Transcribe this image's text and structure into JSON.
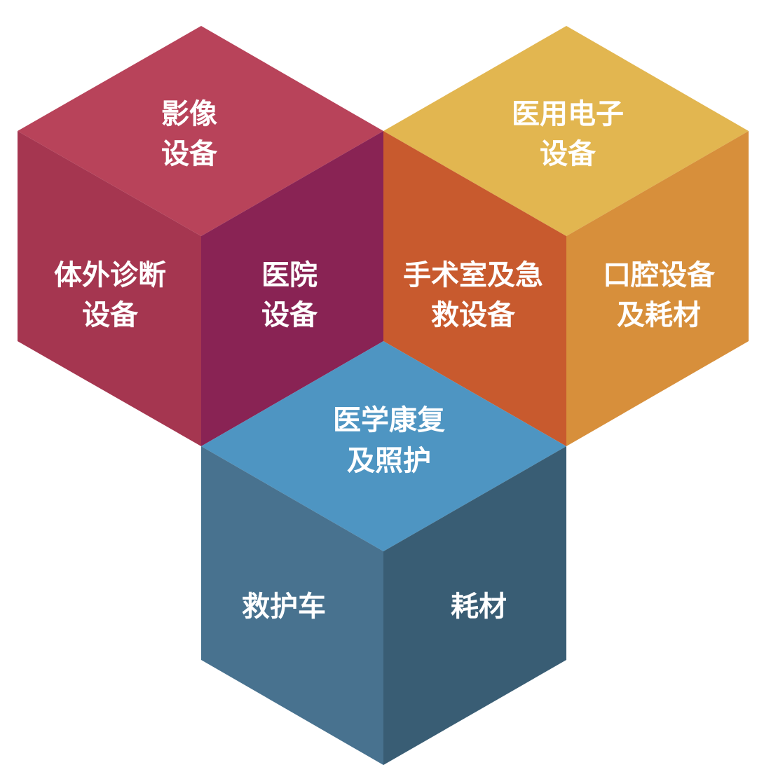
{
  "cubes": {
    "red": {
      "top": {
        "lines": [
          "影像",
          "设备"
        ],
        "color": "#b8435a"
      },
      "left": {
        "lines": [
          "体外诊断",
          "设备"
        ],
        "color": "#a53650"
      },
      "right": {
        "lines": [
          "医院",
          "设备"
        ],
        "color": "#892354"
      }
    },
    "orange": {
      "top": {
        "lines": [
          "医用电子",
          "设备"
        ],
        "color": "#e2b650"
      },
      "left": {
        "lines": [
          "手术室及急",
          "救设备"
        ],
        "color": "#c85a2e"
      },
      "right": {
        "lines": [
          "口腔设备",
          "及耗材"
        ],
        "color": "#d78f3b"
      }
    },
    "blue": {
      "top": {
        "lines": [
          "医学康复",
          "及照护"
        ],
        "color": "#4e95c2"
      },
      "left": {
        "lines": [
          "救护车"
        ],
        "color": "#48728f"
      },
      "right": {
        "lines": [
          "耗材"
        ],
        "color": "#395d74"
      }
    }
  }
}
